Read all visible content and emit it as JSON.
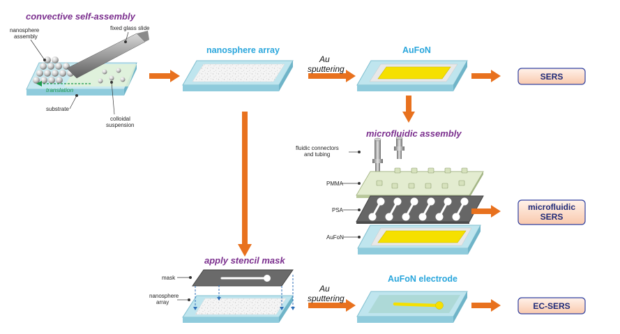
{
  "titles": {
    "convective": "convective self-assembly",
    "nanosphere_array": "nanosphere array",
    "aufon": "AuFoN",
    "microfluidic_assembly": "microfluidic assembly",
    "apply_stencil": "apply stencil mask",
    "aufon_electrode": "AuFoN electrode"
  },
  "labels": {
    "nanosphere_assembly_1": "nanosphere",
    "nanosphere_assembly_2": "assembly",
    "fixed_glass_slide": "fixed glass slide",
    "translation": "translation",
    "substrate": "substrate",
    "colloidal_1": "colloidal",
    "colloidal_2": "suspension",
    "fluidic_1": "fluidic connectors",
    "fluidic_2": "and tubing",
    "pmma": "PMMA",
    "psa": "PSA",
    "aufon_layer": "AuFoN",
    "mask": "mask",
    "nano_array_1": "nanosphere",
    "nano_array_2": "array"
  },
  "process": {
    "au": "Au",
    "sputtering": "sputtering"
  },
  "outputs": {
    "sers": "SERS",
    "microfluidic_1": "microfluidic",
    "microfluidic_2": "SERS",
    "ec_sers": "EC-SERS"
  },
  "colors": {
    "arrow": "#e8711e",
    "slab_top": "#bfe5ee",
    "slab_side": "#8fcbdc",
    "gold": "#f5e000",
    "purple_title": "#7b2f8e",
    "blue_title": "#2aa6dc",
    "box_fill": "#fde3d3",
    "box_border": "#3040a0"
  }
}
